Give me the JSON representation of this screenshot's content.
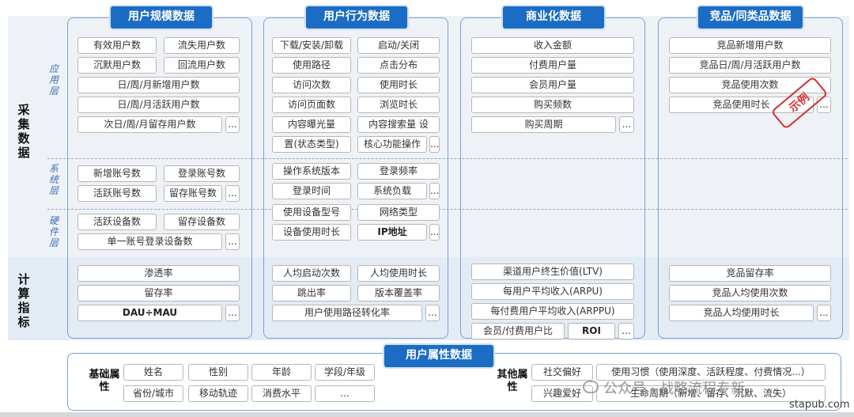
{
  "side": {
    "collect": "采集数据",
    "app_layer": "应用层",
    "sys_layer": "系统层",
    "hw_layer": "硬件层",
    "calc": "计算指标"
  },
  "scale": {
    "title": "用户规模数据",
    "app": [
      "有效用户数",
      "流失用户数",
      "沉默用户数",
      "回流用户数",
      "日/周/月新增用户数",
      "日/周/月活跃用户数",
      "次日/周/月留存用户数",
      "..."
    ],
    "sys": [
      "新增账号数",
      "登录账号数",
      "活跃账号数",
      "留存账号数",
      "..."
    ],
    "hw": [
      "活跃设备数",
      "留存设备数",
      "单一账号登录设备数",
      "..."
    ],
    "calc": [
      "渗透率",
      "留存率",
      "DAU÷MAU",
      "..."
    ]
  },
  "behavior": {
    "title": "用户行为数据",
    "app": [
      "下载/安装/卸载",
      "启动/关闭",
      "使用路径",
      "点击分布",
      "访问次数",
      "使用时长",
      "访问页面数",
      "浏览时长",
      "内容曝光量",
      "内容搜索量 设",
      "置(状态类型)",
      "核心功能操作",
      "..."
    ],
    "sys": [
      "操作系统版本",
      "登录频率",
      "登录时间",
      "系统负载",
      "..."
    ],
    "hw": [
      "使用设备型号",
      "网络类型",
      "设备使用时长",
      "IP地址",
      "..."
    ],
    "calc": [
      "人均启动次数",
      "人均使用时长",
      "跳出率",
      "版本覆盖率",
      "用户使用路径转化率",
      "..."
    ]
  },
  "commerce": {
    "title": "商业化数据",
    "app": [
      "收入金额",
      "付费用户量",
      "会员用户量",
      "购买频数",
      "购买周期",
      "..."
    ],
    "calc": [
      "渠道用户终生价值(LTV)",
      "每用户平均收入(ARPU)",
      "每付费用户平均收入(ARPPU)",
      "会员/付费用户比",
      "ROI",
      "..."
    ]
  },
  "competitor": {
    "title": "竞品/同类品数据",
    "app": [
      "竞品新增用户数",
      "竞品日/周/月活跃用户数",
      "竞品使用次数",
      "竞品使用时长",
      "..."
    ],
    "calc": [
      "竞品留存率",
      "竞品人均使用次数",
      "竞品人均使用时长",
      "..."
    ],
    "stamp": "示例"
  },
  "attributes": {
    "title": "用户属性数据",
    "basic_label": "基础属性",
    "basic": [
      "姓名",
      "性别",
      "年龄",
      "学段/年级",
      "省份/城市",
      "移动轨迹",
      "消费水平",
      "..."
    ],
    "other_label": "其他属性",
    "other": [
      "社交偏好",
      "使用习惯（使用深度、活跃程度、付费情况...）",
      "兴趣爱好",
      "生命周期（新增、留存、沉默、流失）"
    ]
  },
  "watermark": {
    "text": "公众号 · 战略流程专新",
    "site": "stapub.com"
  },
  "colors": {
    "header": "#1a6cc4",
    "panel_border": "#7b9fd0",
    "side_sub": "#3d6fb3",
    "stamp": "#d62e2e"
  }
}
